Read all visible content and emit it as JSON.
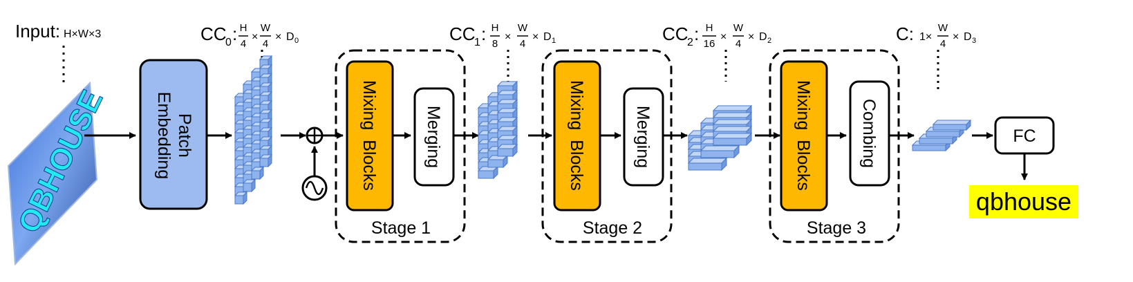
{
  "input": {
    "label": "Input:",
    "dims": "H×W×3",
    "image_text": "QBHOUSE"
  },
  "patch_embedding": {
    "line1": "Patch",
    "line2": "Embedding"
  },
  "cc0": {
    "name": "CC",
    "sub": "0",
    "colon": ":",
    "frac1": {
      "num": "H",
      "den": "4"
    },
    "times1": "×",
    "frac2": {
      "num": "W",
      "den": "4"
    },
    "times2": "×",
    "d": "D",
    "dsub": "0"
  },
  "cc1": {
    "name": "CC",
    "sub": "1",
    "colon": ":",
    "frac1": {
      "num": "H",
      "den": "8"
    },
    "times1": "×",
    "frac2": {
      "num": "W",
      "den": "4"
    },
    "times2": "×",
    "d": "D",
    "dsub": "1"
  },
  "cc2": {
    "name": "CC",
    "sub": "2",
    "colon": ":",
    "frac1": {
      "num": "H",
      "den": "16"
    },
    "times1": "×",
    "frac2": {
      "num": "W",
      "den": "4"
    },
    "times2": "×",
    "d": "D",
    "dsub": "2"
  },
  "c_out": {
    "name": "C:",
    "one": "1×",
    "frac2": {
      "num": "W",
      "den": "4"
    },
    "times2": "×",
    "d": "D",
    "dsub": "3"
  },
  "stage1": {
    "mixing": "Mixing  Blocks",
    "second": "Merging",
    "label": "Stage 1"
  },
  "stage2": {
    "mixing": "Mixing  Blocks",
    "second": "Merging",
    "label": "Stage 2"
  },
  "stage3": {
    "mixing": "Mixing  Blocks",
    "second": "Combing",
    "label": "Stage 3"
  },
  "fc": {
    "label": "FC"
  },
  "output": {
    "text": "qbhouse"
  },
  "colors": {
    "patch_fill": "#9dbbef",
    "mixing_fill": "#ffb800",
    "cube_fill": "#8fb3ec",
    "cube_stroke": "#4a78c8",
    "output_highlight": "#ffff00"
  }
}
